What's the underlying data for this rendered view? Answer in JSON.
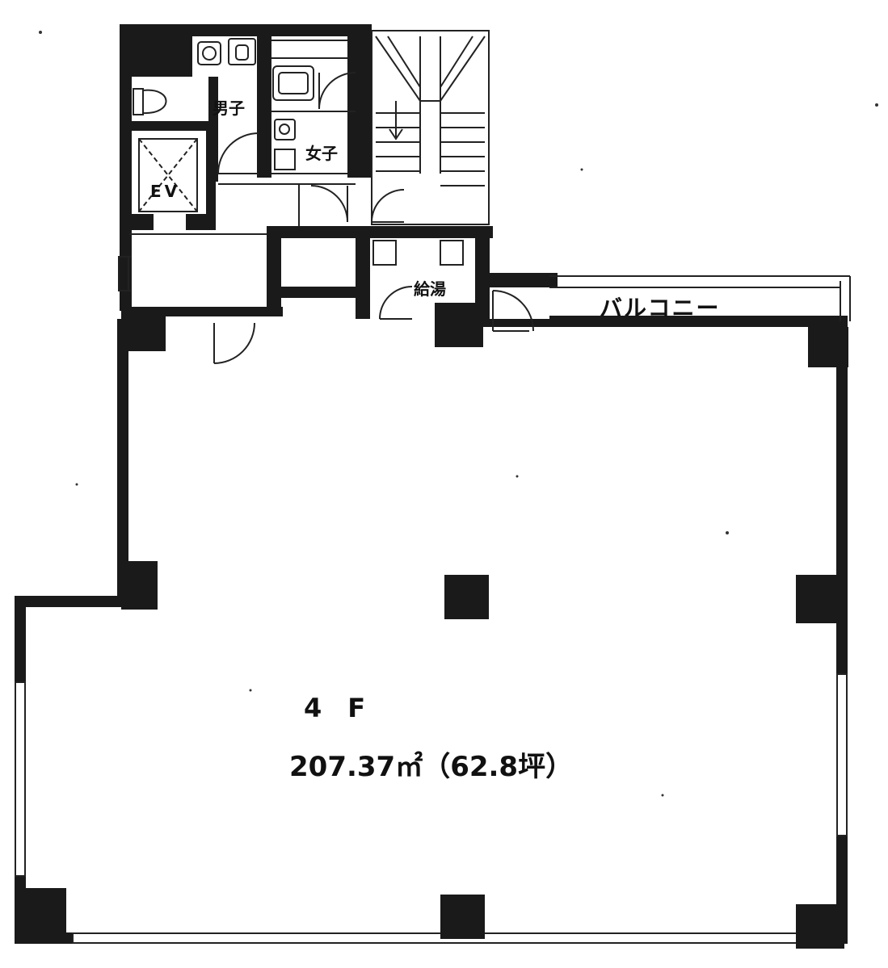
{
  "labels": {
    "mens_toilet": "男子",
    "womens_toilet": "女子",
    "elevator": "EV",
    "kitchenette": "給湯",
    "balcony": "バルコニー",
    "floor": "4　F",
    "area": "207.37㎡（62.8坪）"
  },
  "colors": {
    "wall": "#1a1a1a",
    "line": "#222222",
    "paper": "#ffffff"
  }
}
